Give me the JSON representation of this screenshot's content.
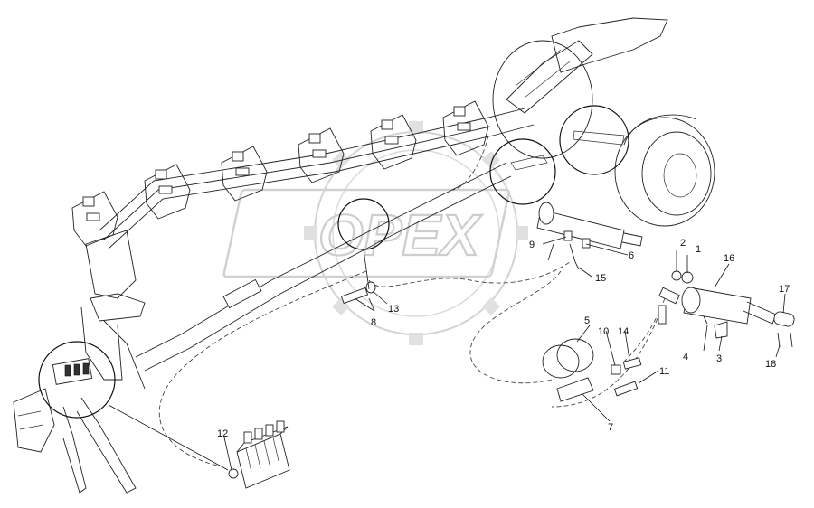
{
  "watermark": {
    "text": "OPEX"
  },
  "labels": [
    {
      "id": "p1",
      "text": "1"
    },
    {
      "id": "p2",
      "text": "2"
    },
    {
      "id": "p3",
      "text": "3"
    },
    {
      "id": "p4",
      "text": "4"
    },
    {
      "id": "p5",
      "text": "5"
    },
    {
      "id": "p6",
      "text": "6"
    },
    {
      "id": "p7",
      "text": "7"
    },
    {
      "id": "p8",
      "text": "8"
    },
    {
      "id": "p9",
      "text": "9"
    },
    {
      "id": "p10",
      "text": "10"
    },
    {
      "id": "p11",
      "text": "11"
    },
    {
      "id": "p12",
      "text": "12"
    },
    {
      "id": "p13",
      "text": "13"
    },
    {
      "id": "p14",
      "text": "14"
    },
    {
      "id": "p15",
      "text": "15"
    },
    {
      "id": "p16",
      "text": "16"
    },
    {
      "id": "p17",
      "text": "17"
    },
    {
      "id": "p18",
      "text": "18"
    }
  ]
}
